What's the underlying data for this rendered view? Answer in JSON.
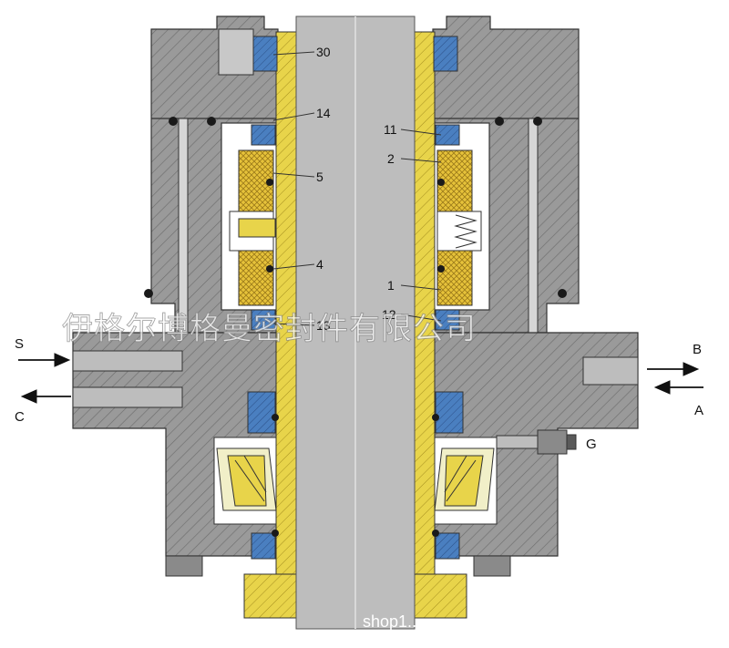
{
  "diagram": {
    "part_labels": [
      {
        "id": "l30",
        "text": "30"
      },
      {
        "id": "l14",
        "text": "14"
      },
      {
        "id": "l5",
        "text": "5"
      },
      {
        "id": "l4",
        "text": "4"
      },
      {
        "id": "l13",
        "text": "13"
      },
      {
        "id": "l11",
        "text": "11"
      },
      {
        "id": "l2",
        "text": "2"
      },
      {
        "id": "l1",
        "text": "1"
      },
      {
        "id": "l12",
        "text": "12"
      }
    ],
    "port_labels": {
      "S": "S",
      "C": "C",
      "B": "B",
      "A": "A",
      "G": "G"
    },
    "watermark": "伊格尔博格曼密封件有限公司",
    "watermark_corner": "shop1..."
  },
  "colors": {
    "housing": "#9a9a9a",
    "shaft": "#bdbdbd",
    "sleeve": "#e8d44a",
    "seal_blue": "#4a7fc0",
    "seal_black": "#1a1a1a",
    "hatch": "#6e6e6e"
  }
}
